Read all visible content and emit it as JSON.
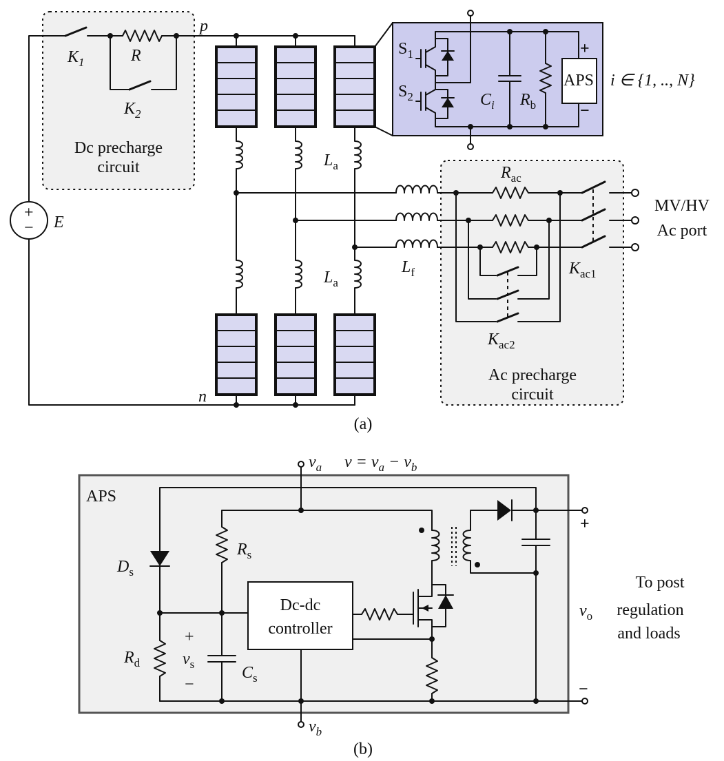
{
  "colors": {
    "cell_fill": "#d9d9f2",
    "module_bg": "#ccccee",
    "box_bg": "#f0f0f0",
    "line": "#111111"
  },
  "a": {
    "caption": "(a)",
    "K1": "K",
    "K1_sub": "1",
    "R": "R",
    "K2": "K",
    "K2_sub": "2",
    "p": "p",
    "n": "n",
    "dc_line1": "Dc precharge",
    "dc_line2": "circuit",
    "E": "E",
    "plus": "+",
    "minus": "−",
    "S1": "S",
    "S1_sub": "1",
    "S2": "S",
    "S2_sub": "2",
    "Ci": "C",
    "Ci_sub": "i",
    "Rb": "R",
    "Rb_sub": "b",
    "APS": "APS",
    "set": "i ∈ {1, .., N}",
    "La_top": "L",
    "La_top_sub": "a",
    "La_bot": "L",
    "La_bot_sub": "a",
    "Lf": "L",
    "Lf_sub": "f",
    "Rac": "R",
    "Rac_sub": "ac",
    "Kac1": "K",
    "Kac1_sub": "ac1",
    "Kac2": "K",
    "Kac2_sub": "ac2",
    "port1": "MV/HV",
    "port2": "Ac port",
    "ac_line1": "Ac precharge",
    "ac_line2": "circuit"
  },
  "b": {
    "caption": "(b)",
    "APS": "APS",
    "va": "v",
    "va_sub": "a",
    "vb": "v",
    "vb_sub": "b",
    "veq": "v = v",
    "veq_a": "a",
    "veq_minus": " − v",
    "veq_b": "b",
    "Ds": "D",
    "Ds_sub": "s",
    "Rs": "R",
    "Rs_sub": "s",
    "Rd": "R",
    "Rd_sub": "d",
    "vs": "v",
    "vs_sub": "s",
    "Cs": "C",
    "Cs_sub": "s",
    "plus": "+",
    "minus": "−",
    "ctrl1": "Dc-dc",
    "ctrl2": "controller",
    "vo": "v",
    "vo_sub": "o",
    "out_plus": "+",
    "out_minus": "−",
    "post1": "To post",
    "post2": "regulation",
    "post3": "and loads"
  }
}
